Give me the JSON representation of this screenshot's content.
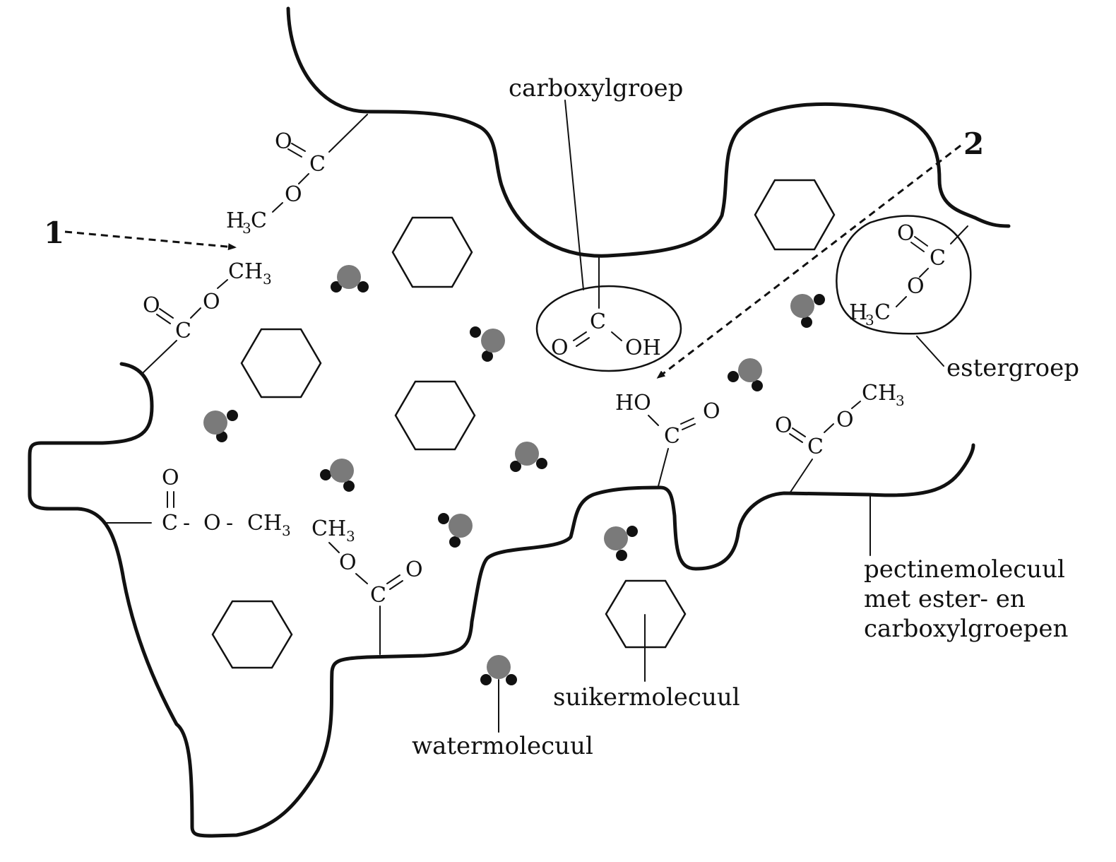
{
  "labels": {
    "carboxyl": "carboxylgroep",
    "ester": "estergroep",
    "pectin_line1": "pectinemolecuul",
    "pectin_line2": "met ester- en",
    "pectin_line3": "carboxylgroepen",
    "sugar": "suikermolecuul",
    "water": "watermolecuul",
    "marker1": "1",
    "marker2": "2"
  },
  "atoms": {
    "O": "O",
    "C": "C",
    "H": "H",
    "OH": "OH",
    "HO": "HO",
    "CH": "CH",
    "sub3": "3",
    "bond_dash": "-"
  },
  "colors": {
    "line": "#111111",
    "oxygen_atom": "#7a7a7a",
    "hydrogen_atom": "#111111"
  },
  "icons": {
    "sugar": "hexagon-ring",
    "water": "water-molecule-icon"
  }
}
